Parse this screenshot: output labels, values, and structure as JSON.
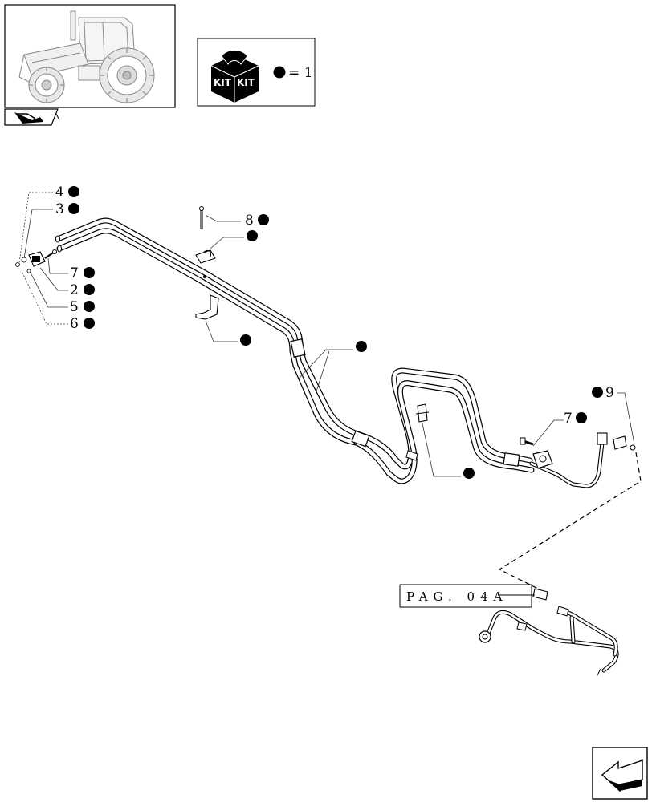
{
  "kit_legend": {
    "kit_text_left": "KIT",
    "kit_text_right": "KIT",
    "equals_text": "= 1"
  },
  "callouts": [
    {
      "id": "c4",
      "label": "4"
    },
    {
      "id": "c3",
      "label": "3"
    },
    {
      "id": "c8",
      "label": "8"
    },
    {
      "id": "c7a",
      "label": "7"
    },
    {
      "id": "c2",
      "label": "2"
    },
    {
      "id": "c5",
      "label": "5"
    },
    {
      "id": "c6",
      "label": "6"
    },
    {
      "id": "c9",
      "label": "9"
    },
    {
      "id": "c7b",
      "label": "7"
    }
  ],
  "page_ref": {
    "text": "PAG. 04A"
  },
  "colors": {
    "ink": "#000000",
    "paper": "#ffffff",
    "frame": "#555555"
  },
  "icons": [
    "tractor-thumbnail",
    "kit-box-icon",
    "section-tab-icon",
    "next-page-arrow-icon"
  ]
}
